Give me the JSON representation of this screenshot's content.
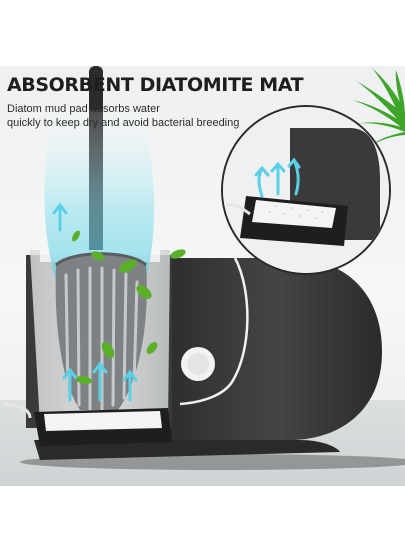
{
  "headline": "ABSORBENT DIATOMITE MAT",
  "description": {
    "line1": "Diatom mud pad absorbs water",
    "line2": "quickly to keep dry and avoid bacterial breeding"
  },
  "colors": {
    "holder_body": "#3a3a3c",
    "mist_accent": "#6fd6e8",
    "leaf_green": "#5bb02a",
    "diatomite_mat": "#f4f4f4"
  },
  "icons": [
    "airflow-arrow-icon",
    "leaf-icon",
    "palm-leaf-icon"
  ]
}
